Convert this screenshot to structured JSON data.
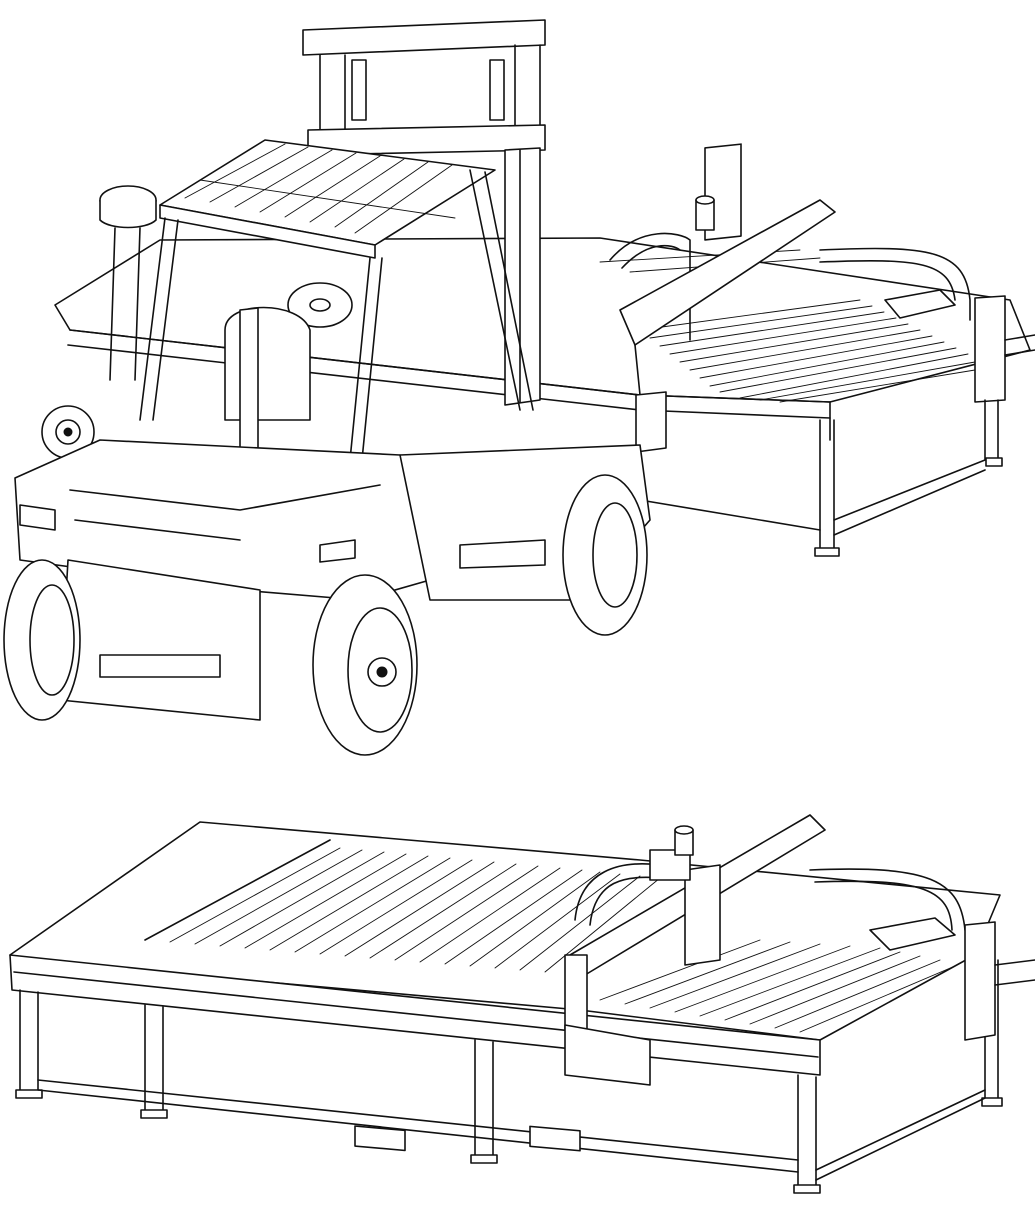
{
  "figure": {
    "views": [
      {
        "id": "forklift-with-table",
        "content": [
          "forklift",
          "plasma-cutting-table"
        ]
      },
      {
        "id": "table-only",
        "content": [
          "plasma-cutting-table"
        ]
      }
    ]
  }
}
